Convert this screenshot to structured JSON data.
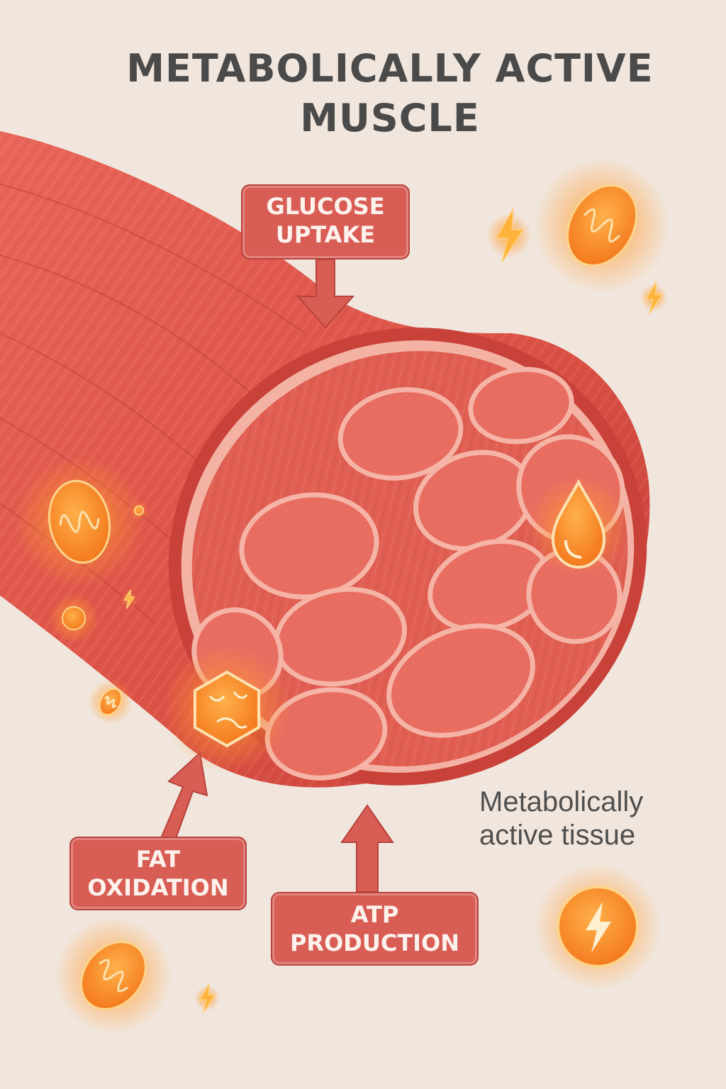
{
  "title": {
    "line1": "METABOLICALLY ACTIVE",
    "line2": "MUSCLE"
  },
  "callouts": {
    "glucose_uptake": {
      "line1": "GLUCOSE",
      "line2": "UPTAKE"
    },
    "fat_oxidation": {
      "line1": "FAT",
      "line2": "OXIDATION"
    },
    "atp_production": {
      "line1": "ATP",
      "line2": "PRODUCTION"
    }
  },
  "side_note": {
    "line1": "Metabolically",
    "line2": "active tissue"
  },
  "colors": {
    "background": "#f1e6dd",
    "muscle": "#e0564b",
    "muscle_dark": "#c23e37",
    "fiber_face": "#e96e62",
    "fiber_rim": "#f5b4a6",
    "callout": "#d85d55",
    "glow": "#f68a2a",
    "title_text": "#4a4a4a"
  },
  "icons": [
    "mitochondrion-icon",
    "lightning-bolt-icon",
    "fat-droplet-icon",
    "fat-cell-hexagon-icon",
    "energy-circle-icon"
  ]
}
